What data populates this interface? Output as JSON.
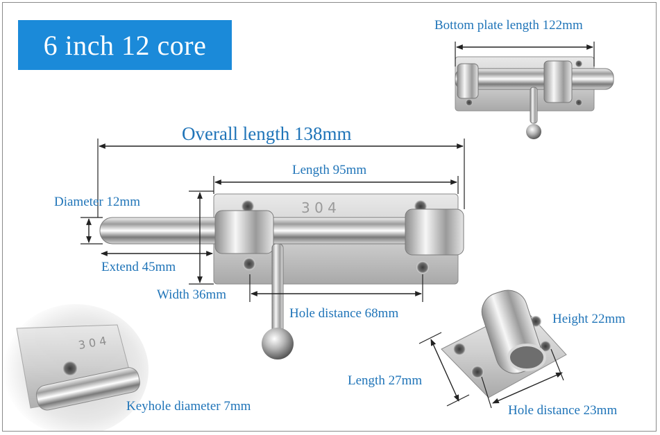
{
  "banner": {
    "text": "6 inch 12 core"
  },
  "labels": {
    "bottom_plate_length": "Bottom plate length 122mm",
    "overall_length": "Overall length 138mm",
    "length": "Length 95mm",
    "diameter": "Diameter 12mm",
    "extend": "Extend 45mm",
    "width": "Width 36mm",
    "hole_distance_main": "Hole distance 68mm",
    "height": "Height 22mm",
    "length_small": "Length 27mm",
    "hole_distance_small": "Hole distance 23mm",
    "keyhole_diameter": "Keyhole diameter 7mm"
  },
  "stamp_text": "3 0 4",
  "colors": {
    "banner": "#1b8ad9",
    "label": "#1f74b8",
    "dimension_line": "#222222"
  }
}
